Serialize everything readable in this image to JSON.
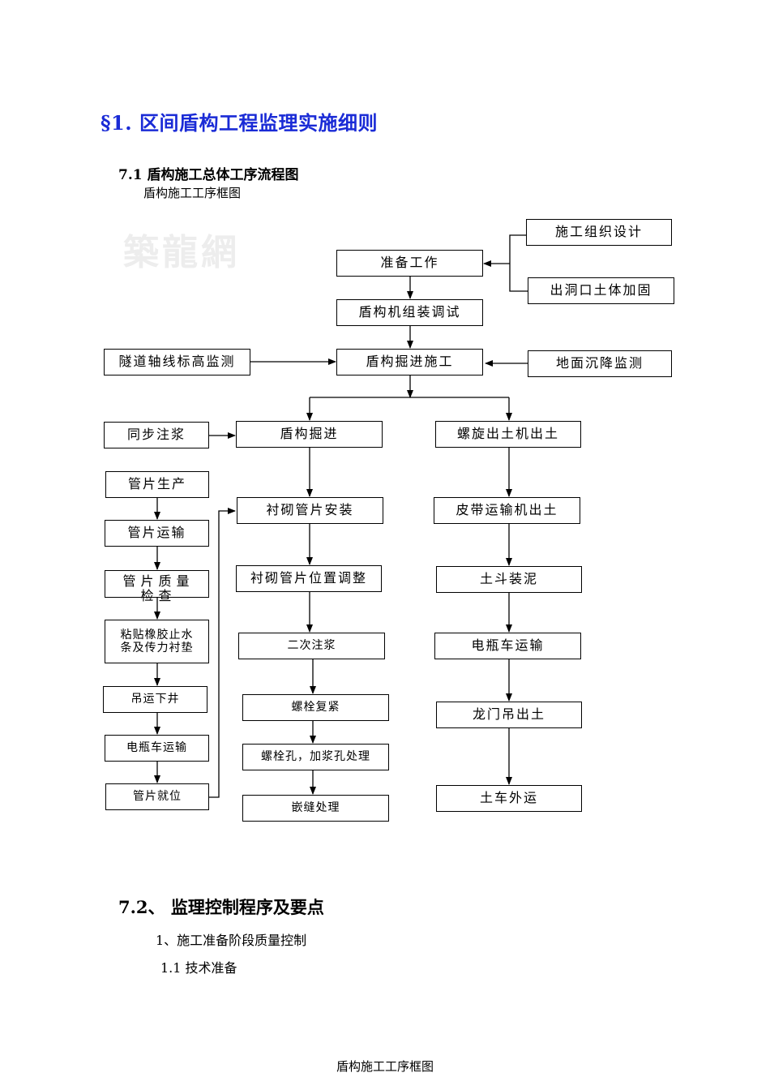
{
  "section_title": "§1. 区间盾构工程监理实施细则",
  "subsection_title": "7.1 盾构施工总体工序流程图",
  "diagram_caption": "盾构施工工序框图",
  "watermark_text": "築龍網",
  "flow": {
    "design": "施工组织设计",
    "prep": "准备工作",
    "reinforce": "出洞口土体加固",
    "assembly": "盾构机组装调试",
    "axis_monitor": "隧道轴线标高监测",
    "tunneling_construction": "盾构掘进施工",
    "ground_monitor": "地面沉降监测",
    "sync_grouting": "同步注浆",
    "tunneling": "盾构掘进",
    "screw_conveyor": "螺旋出土机出土",
    "segment_production": "管片生产",
    "segment_install": "衬砌管片安装",
    "belt_conveyor": "皮带运输机出土",
    "segment_transport": "管片运输",
    "segment_adjust": "衬砌管片位置调整",
    "soil_loading": "土斗装泥",
    "quality_check": "管片质量检查",
    "rubber_strip": "粘贴橡胶止水条及传力衬垫",
    "secondary_grouting": "二次注浆",
    "battery_car_transport": "电瓶车运输",
    "hoist_down": "吊运下井",
    "bolt_retighten": "螺栓复紧",
    "gantry_lift": "龙门吊出土",
    "battery_car": "电瓶车运输",
    "bolt_hole": "螺栓孔，加浆孔处理",
    "segment_position": "管片就位",
    "joint_treatment": "嵌缝处理",
    "truck_haul": "土车外运"
  },
  "heading_7_2": "7.2、 监理控制程序及要点",
  "item_1": "1、施工准备阶段质量控制",
  "item_1_1": "1.1 技术准备",
  "footer_text": "盾构施工工序框图"
}
